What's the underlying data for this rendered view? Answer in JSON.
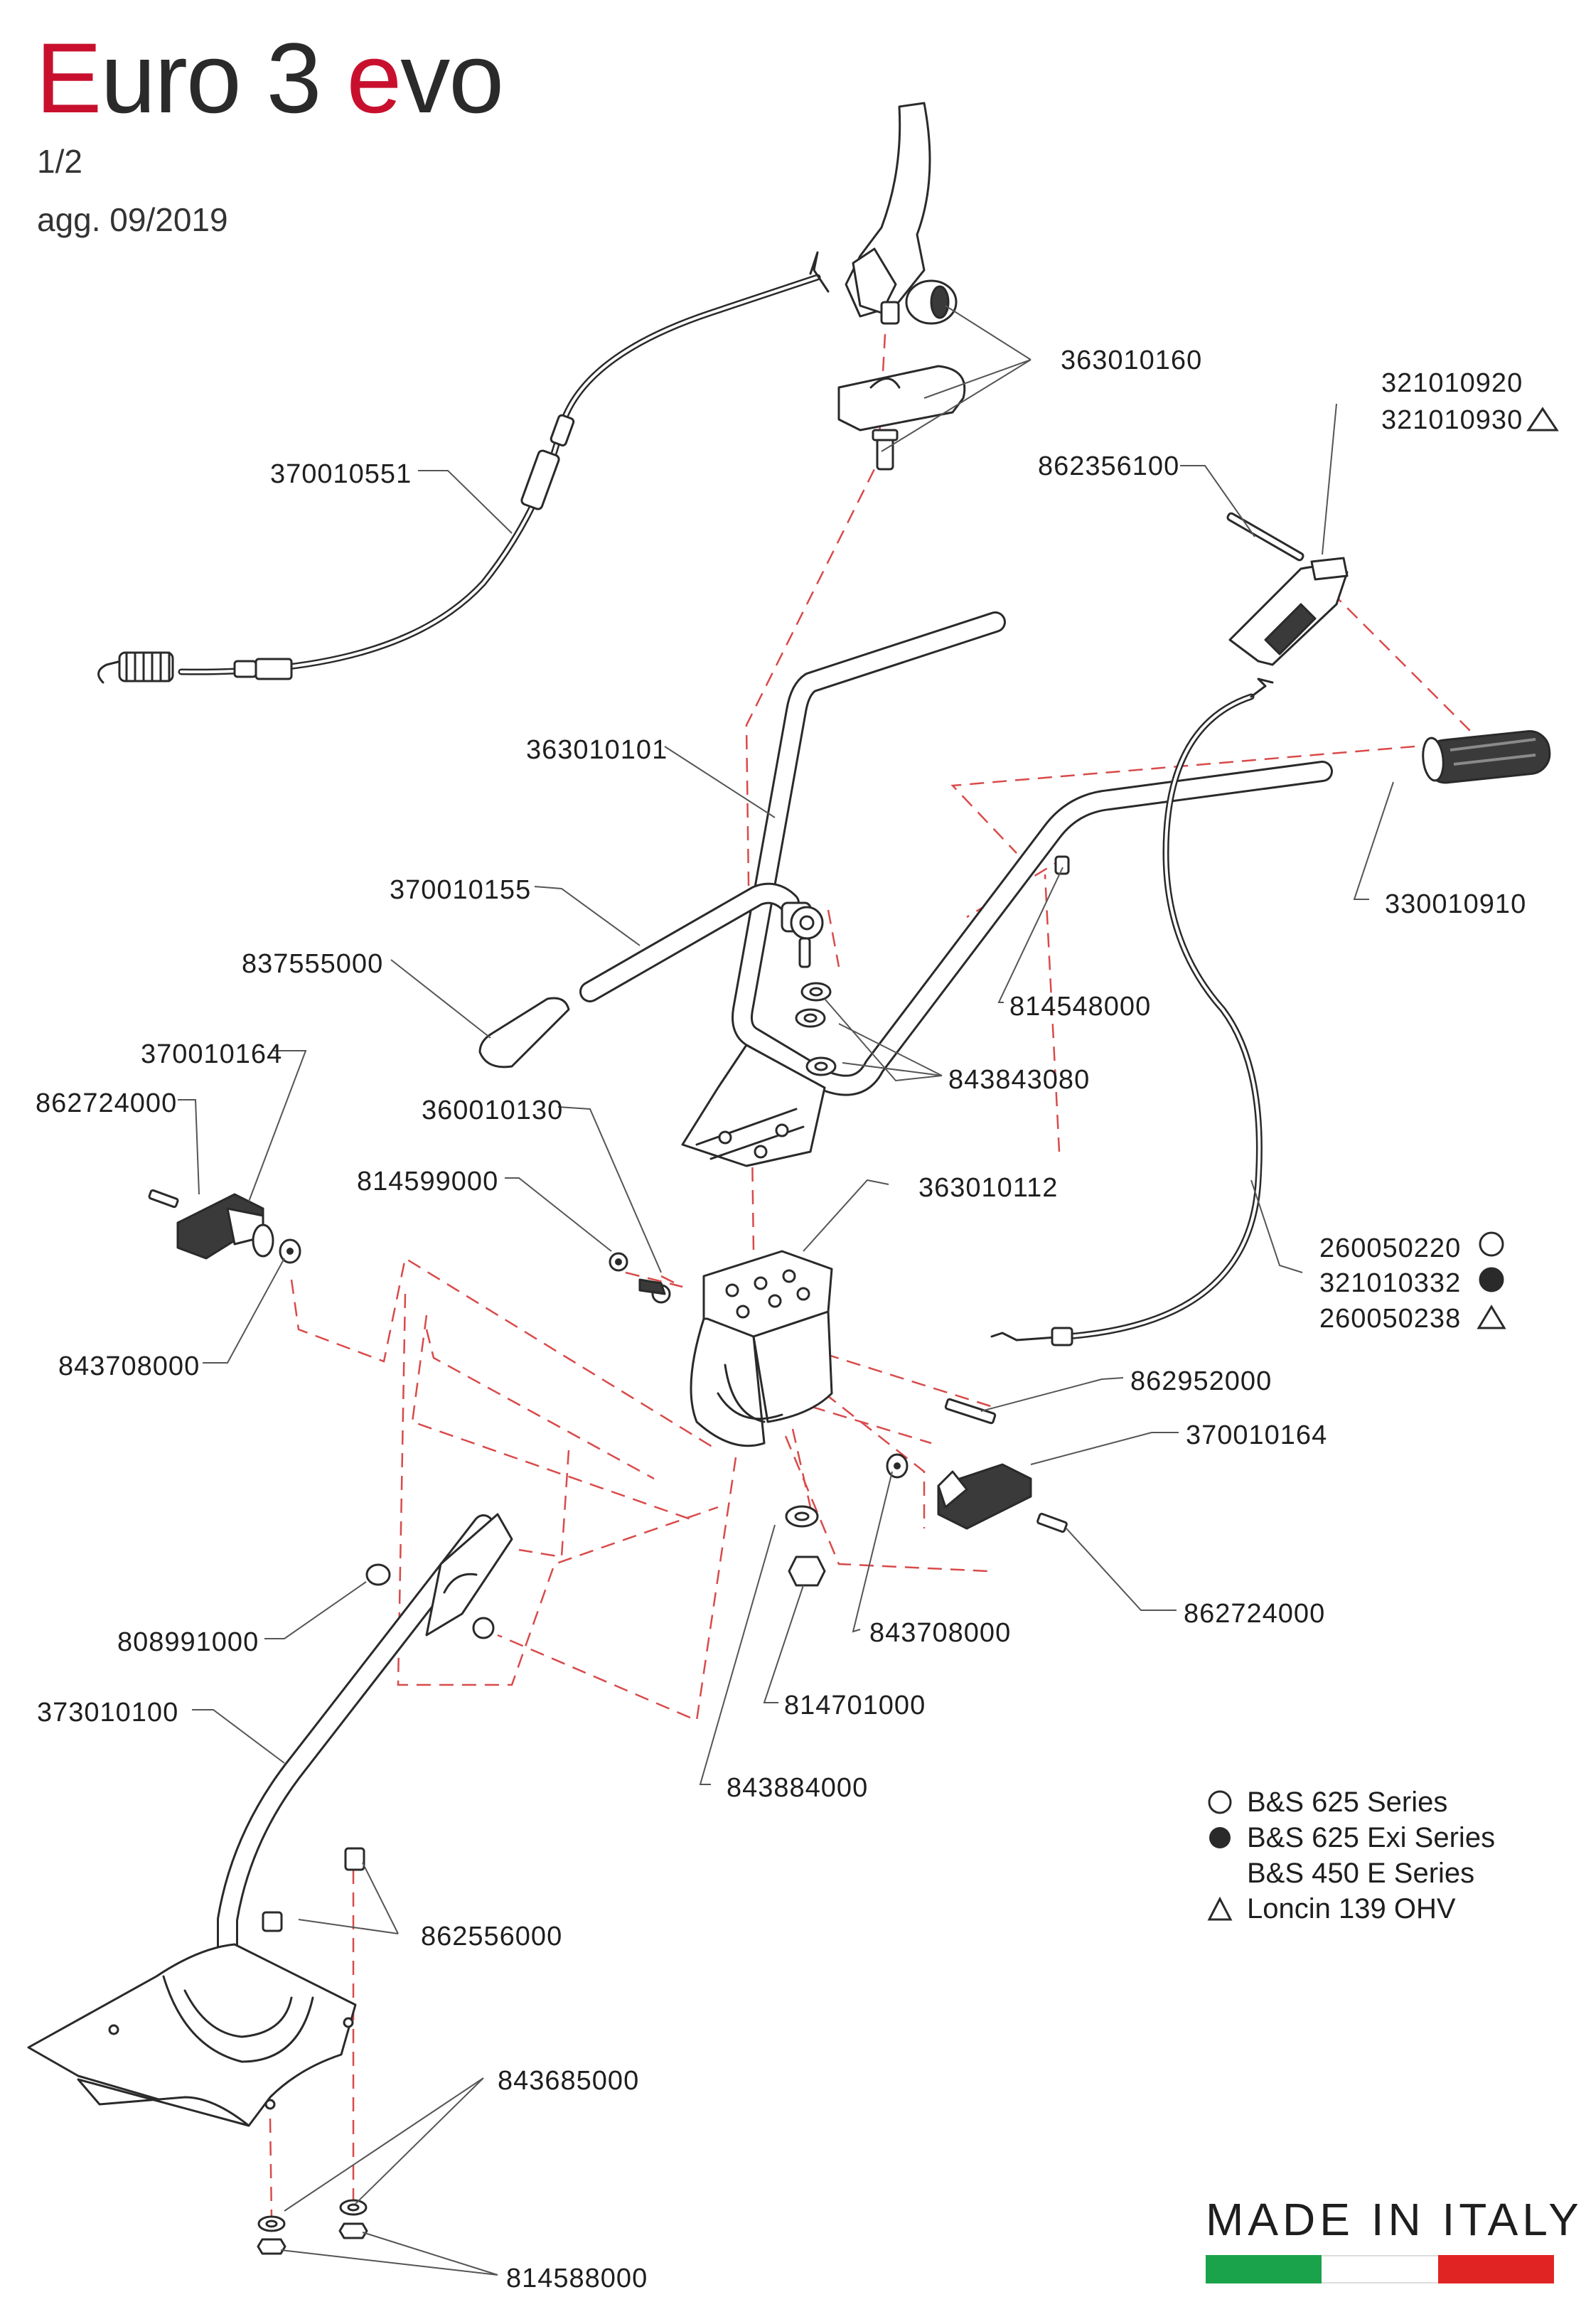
{
  "header": {
    "title_parts": [
      "E",
      "uro 3 ",
      "e",
      "vo"
    ],
    "page": "1/2",
    "updated": "agg. 09/2019"
  },
  "colors": {
    "brand_red": "#c8102e",
    "line": "#2a2a2a",
    "dashed": "#d94a4a",
    "flag_green": "#1aa34a",
    "flag_white": "#ffffff",
    "flag_red": "#e02424"
  },
  "parts": [
    {
      "id": "p-363010160",
      "code": "363010160"
    },
    {
      "id": "p-321010920",
      "code": "321010920"
    },
    {
      "id": "p-321010930",
      "code": "321010930"
    },
    {
      "id": "p-370010551",
      "code": "370010551"
    },
    {
      "id": "p-862356100",
      "code": "862356100"
    },
    {
      "id": "p-363010101",
      "code": "363010101"
    },
    {
      "id": "p-330010910",
      "code": "330010910"
    },
    {
      "id": "p-370010155",
      "code": "370010155"
    },
    {
      "id": "p-837555000",
      "code": "837555000"
    },
    {
      "id": "p-814548000",
      "code": "814548000"
    },
    {
      "id": "p-370010164a",
      "code": "370010164"
    },
    {
      "id": "p-843843080",
      "code": "843843080"
    },
    {
      "id": "p-862724000a",
      "code": "862724000"
    },
    {
      "id": "p-360010130",
      "code": "360010130"
    },
    {
      "id": "p-814599000",
      "code": "814599000"
    },
    {
      "id": "p-363010112",
      "code": "363010112"
    },
    {
      "id": "p-260050220",
      "code": "260050220"
    },
    {
      "id": "p-321010332",
      "code": "321010332"
    },
    {
      "id": "p-260050238",
      "code": "260050238"
    },
    {
      "id": "p-843708000a",
      "code": "843708000"
    },
    {
      "id": "p-862952000",
      "code": "862952000"
    },
    {
      "id": "p-370010164b",
      "code": "370010164"
    },
    {
      "id": "p-862724000b",
      "code": "862724000"
    },
    {
      "id": "p-808991000",
      "code": "808991000"
    },
    {
      "id": "p-843708000b",
      "code": "843708000"
    },
    {
      "id": "p-373010100",
      "code": "373010100"
    },
    {
      "id": "p-814701000",
      "code": "814701000"
    },
    {
      "id": "p-843884000",
      "code": "843884000"
    },
    {
      "id": "p-862556000",
      "code": "862556000"
    },
    {
      "id": "p-843685000",
      "code": "843685000"
    },
    {
      "id": "p-814588000",
      "code": "814588000"
    }
  ],
  "legend": [
    {
      "symbol": "circle-open",
      "label": "B&S 625 Series"
    },
    {
      "symbol": "circle-filled",
      "label": "B&S 625 Exi Series"
    },
    {
      "symbol": "none",
      "label": "B&S 450 E Series"
    },
    {
      "symbol": "triangle-open",
      "label": "Loncin 139 OHV"
    }
  ],
  "footer": {
    "made_in": "MADE IN ITALY"
  }
}
